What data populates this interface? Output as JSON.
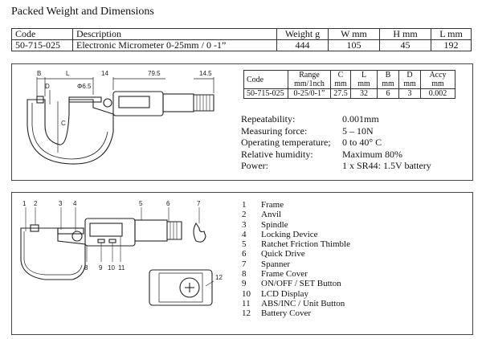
{
  "title": "Packed Weight and Dimensions",
  "packed": {
    "headers": [
      "Code",
      "Description",
      "Weight g",
      "W mm",
      "H mm",
      "L mm"
    ],
    "row": [
      "50-715-025",
      "Electronic Micrometer 0-25mm / 0 -1”",
      "444",
      "105",
      "45",
      "192"
    ]
  },
  "dims_table": {
    "headers": [
      [
        "Code",
        ""
      ],
      [
        "Range",
        "mm/1nch"
      ],
      [
        "C",
        "mm"
      ],
      [
        "L",
        "mm"
      ],
      [
        "B",
        "mm"
      ],
      [
        "D",
        "mm"
      ],
      [
        "Accy",
        "mm"
      ]
    ],
    "row": [
      "50-715-025",
      "0-25/0-1”",
      "27.5",
      "32",
      "6",
      "3",
      "0.002"
    ]
  },
  "specs": [
    {
      "label": "Repeatability:",
      "value": "0.001mm"
    },
    {
      "label": "Measuring force:",
      "value": "5 – 10N"
    },
    {
      "label": "Operating temperature;",
      "value": "0 to 40° C"
    },
    {
      "label": "Relative humidity:",
      "value": "Maximum 80%"
    },
    {
      "label": "Power:",
      "value": "1 x SR44: 1.5V battery"
    }
  ],
  "drawing1_labels": {
    "B": "B",
    "L": "L",
    "D": "D",
    "phi": "Φ6.5",
    "n14": "14",
    "n795": "79.5",
    "n145": "14.5",
    "C": "C"
  },
  "drawing2_labels": [
    "1",
    "2",
    "3",
    "4",
    "5",
    "6",
    "7",
    "8",
    "9",
    "10",
    "11",
    "12"
  ],
  "parts": [
    {
      "num": "1",
      "name": "Frame"
    },
    {
      "num": "2",
      "name": "Anvil"
    },
    {
      "num": "3",
      "name": "Spindle"
    },
    {
      "num": "4",
      "name": "Locking Device"
    },
    {
      "num": "5",
      "name": "Ratchet Friction Thimble"
    },
    {
      "num": "6",
      "name": "Quick Drive"
    },
    {
      "num": "7",
      "name": "Spanner"
    },
    {
      "num": "8",
      "name": "Frame Cover"
    },
    {
      "num": "9",
      "name": "ON/OFF / SET Button"
    },
    {
      "num": "10",
      "name": "LCD Display"
    },
    {
      "num": "11",
      "name": "ABS/INC / Unit Button"
    },
    {
      "num": "12",
      "name": "Battery Cover"
    }
  ]
}
